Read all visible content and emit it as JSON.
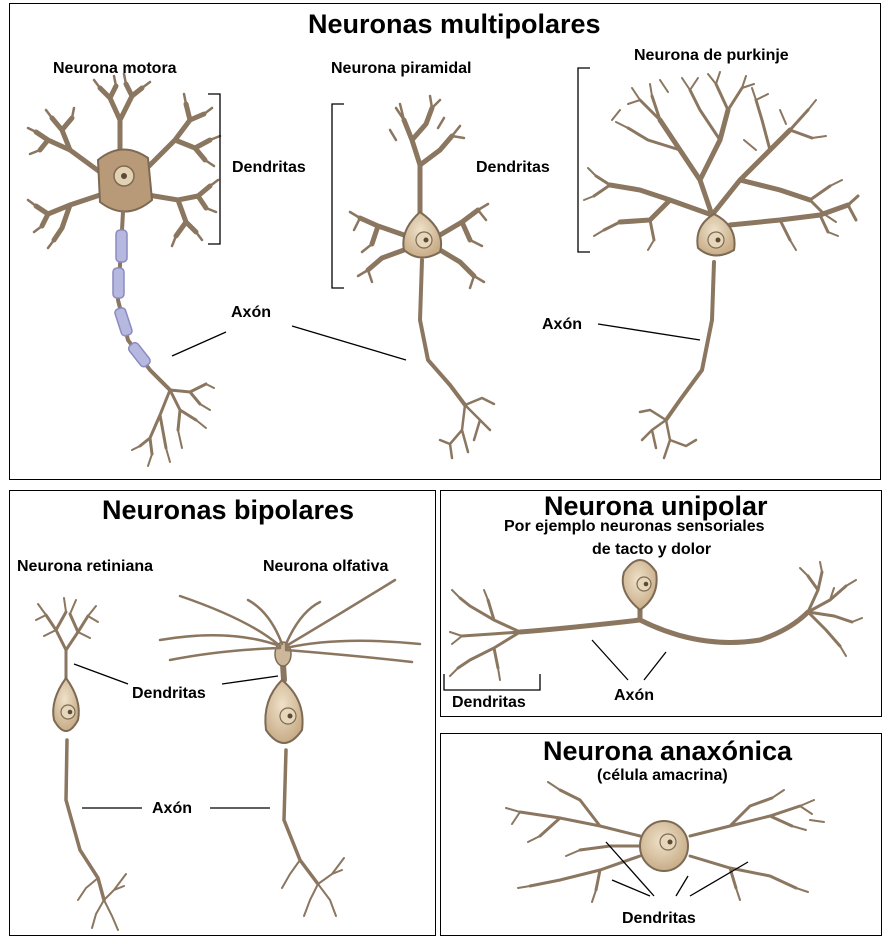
{
  "panels": {
    "multipolar": {
      "title": "Neuronas multipolares",
      "motor": "Neurona motora",
      "pyramidal": "Neurona piramidal",
      "purkinje": "Neurona de purkinje",
      "dendrites_1": "Dendritas",
      "dendrites_2": "Dendritas",
      "axon_1": "Axón",
      "axon_2": "Axón"
    },
    "bipolar": {
      "title": "Neuronas bipolares",
      "retinal": "Neurona retiniana",
      "olfactory": "Neurona olfativa",
      "dendrites": "Dendritas",
      "axon": "Axón"
    },
    "unipolar": {
      "title": "Neurona unipolar",
      "subtitle_1": "Por ejemplo neuronas sensoriales",
      "subtitle_2": "de tacto y dolor",
      "dendrites": "Dendritas",
      "axon": "Axón"
    },
    "anaxonic": {
      "title": "Neurona anaxónica",
      "subtitle": "(célula amacrina)",
      "dendrites": "Dendritas"
    }
  },
  "colors": {
    "neuron_fill": "#cdb79a",
    "neuron_stroke": "#7d6a55",
    "soma_fill": "#dcc7a6",
    "myelin": "#b6b8e0",
    "leader_line": "#000000"
  }
}
